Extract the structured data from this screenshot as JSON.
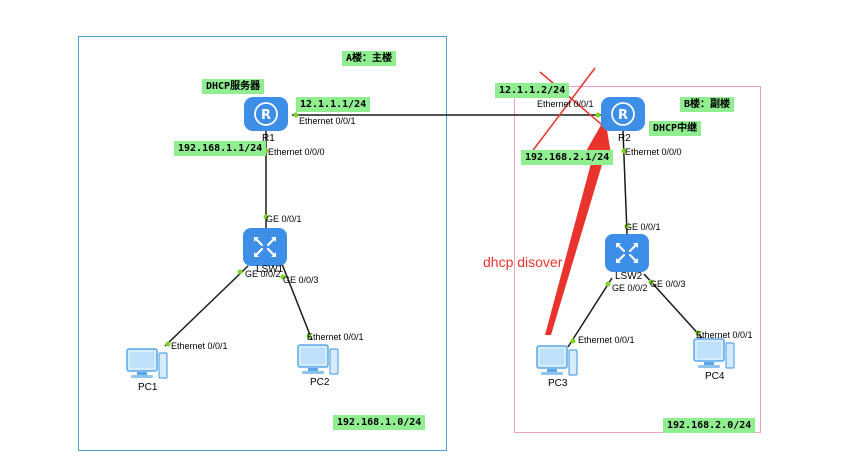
{
  "areas": {
    "a": {
      "label": "A楼：主楼",
      "subnet": "192.168.1.0/24"
    },
    "b": {
      "label": "B楼：副楼",
      "subnet": "192.168.2.0/24"
    }
  },
  "devices": {
    "r1": {
      "name": "R1",
      "role": "DHCP服务器",
      "wan_ip": "12.1.1.1/24",
      "lan_ip": "192.168.1.1/24",
      "wan_port": "Ethernet 0/0/1",
      "lan_port": "Ethernet 0/0/0"
    },
    "r2": {
      "name": "R2",
      "role": "DHCP中继",
      "wan_ip": "12.1.1.2/24",
      "lan_ip": "192.168.2.1/24",
      "wan_port": "Ethernet 0/0/1",
      "lan_port": "Ethernet 0/0/0"
    },
    "lsw1": {
      "name": "LSW1",
      "uplink": "GE 0/0/1",
      "port2": "GE 0/0/2",
      "port3": "GE 0/0/3"
    },
    "lsw2": {
      "name": "LSW2",
      "uplink": "GE 0/0/1",
      "port2": "GE 0/0/2",
      "port3": "GE 0/0/3"
    },
    "pc1": {
      "name": "PC1",
      "port": "Ethernet 0/0/1"
    },
    "pc2": {
      "name": "PC2",
      "port": "Ethernet 0/0/1"
    },
    "pc3": {
      "name": "PC3",
      "port": "Ethernet 0/0/1"
    },
    "pc4": {
      "name": "PC4",
      "port": "Ethernet 0/0/1"
    }
  },
  "annotation": {
    "text": "dhcp disover"
  },
  "colors": {
    "device": "#3d8ee6",
    "link": "#1a1a1a",
    "port_dot": "#7ed321",
    "tag_bg": "#90ee90",
    "arrow": "#e8342c",
    "area_a": "#4a9fd8",
    "area_b": "#f0a0c0"
  },
  "icons": {
    "router": "router-icon",
    "switch": "switch-icon",
    "pc": "pc-icon"
  }
}
